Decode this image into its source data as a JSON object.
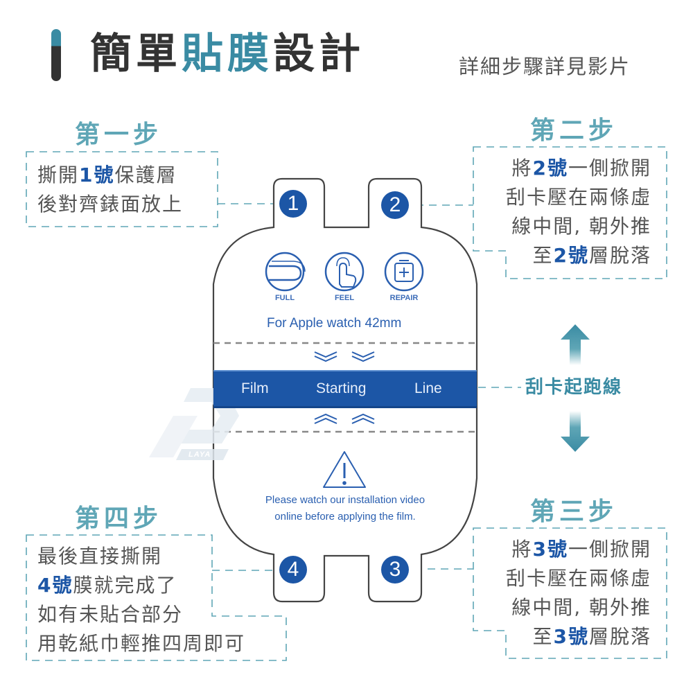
{
  "header": {
    "title_part1": "簡單",
    "title_highlight": "貼膜",
    "title_part2": "設計",
    "subtitle": "詳細步驟詳見影片"
  },
  "colors": {
    "accent_teal": "#3a8ba3",
    "step_heading": "#5fa6b6",
    "brand_blue": "#1c56a6",
    "text_dark": "#333333",
    "text_gray": "#555555"
  },
  "steps": [
    {
      "heading": "第一步",
      "lines": [
        {
          "pre": "撕開",
          "num": "1號",
          "post": "保護層"
        },
        {
          "pre": "後對齊錶面放上",
          "num": "",
          "post": ""
        }
      ]
    },
    {
      "heading": "第二步",
      "lines": [
        {
          "pre": "將",
          "num": "2號",
          "post": "一側掀開"
        },
        {
          "pre": "刮卡壓在兩條虛",
          "num": "",
          "post": ""
        },
        {
          "pre": "線中間, 朝外推",
          "num": "",
          "post": ""
        },
        {
          "pre": "至",
          "num": "2號",
          "post": "層脫落"
        }
      ]
    },
    {
      "heading": "第三步",
      "lines": [
        {
          "pre": "將",
          "num": "3號",
          "post": "一側掀開"
        },
        {
          "pre": "刮卡壓在兩條虛",
          "num": "",
          "post": ""
        },
        {
          "pre": "線中間, 朝外推",
          "num": "",
          "post": ""
        },
        {
          "pre": "至",
          "num": "3號",
          "post": "層脫落"
        }
      ]
    },
    {
      "heading": "第四步",
      "lines": [
        {
          "pre": "最後直接撕開",
          "num": "",
          "post": ""
        },
        {
          "pre": "",
          "num": "4號",
          "post": "膜就完成了"
        },
        {
          "pre": "如有未貼合部分",
          "num": "",
          "post": ""
        },
        {
          "pre": "用乾紙巾輕推四周即可",
          "num": "",
          "post": ""
        }
      ]
    }
  ],
  "card": {
    "badges": [
      "1",
      "2",
      "3",
      "4"
    ],
    "icons": [
      {
        "icon": "full-coverage-icon",
        "label": "FULL"
      },
      {
        "icon": "touch-finger-icon",
        "label": "FEEL"
      },
      {
        "icon": "repair-battery-icon",
        "label": "REPAIR"
      }
    ],
    "model": "For Apple watch 42mm",
    "band": {
      "left": "Film",
      "center": "Starting",
      "right": "Line"
    },
    "warning_line1": "Please watch our installation video",
    "warning_line2": "online before applying the film.",
    "warning_icon": "warning-triangle-icon"
  },
  "start_line_label": "刮卡起跑線",
  "watermark": {
    "text": "LAYA"
  }
}
